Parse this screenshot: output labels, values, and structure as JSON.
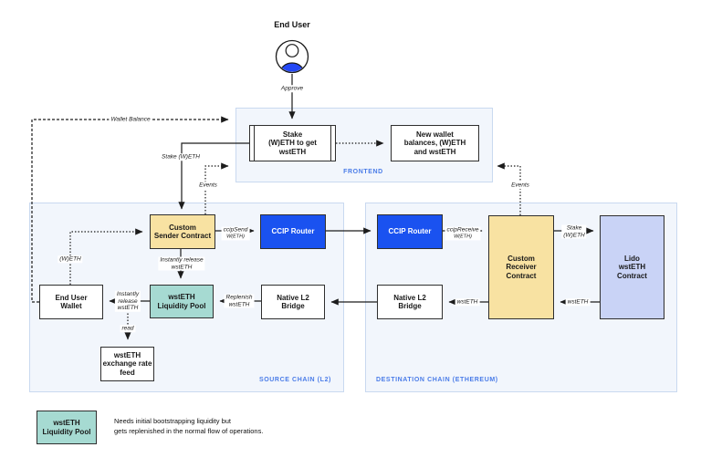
{
  "end_user": {
    "label": "End User"
  },
  "frontend": {
    "label": "FRONTEND",
    "stake_box": "Stake\n(W)ETH to get\nwstETH",
    "new_wallet_box": "New wallet\nbalances, (W)ETH\nand wstETH"
  },
  "source_chain": {
    "label": "SOURCE CHAIN (L2)",
    "custom_sender": "Custom\nSender Contract",
    "ccip_router": "CCIP Router",
    "end_user_wallet": "End User\nWallet",
    "liquidity_pool": "wstETH\nLiquidity Pool",
    "native_bridge": "Native L2\nBridge",
    "rate_feed": "wstETH\nexchange rate\nfeed"
  },
  "destination_chain": {
    "label": "DESTINATION CHAIN (ETHEREUM)",
    "ccip_router": "CCIP Router",
    "custom_receiver": "Custom\nReceiver\nContract",
    "lido": "Lido\nwstETH\nContract",
    "native_bridge": "Native L2\nBridge"
  },
  "edges": {
    "approve": "Approve",
    "wallet_balance": "Wallet Balance",
    "stake_weth": "Stake (W)ETH",
    "events_left": "Events",
    "events_right": "Events",
    "ccip_send": "ccipSend",
    "ccip_send_asset": "W(ETH)",
    "ccip_receive": "ccipReceive",
    "ccip_receive_asset": "W(ETH)",
    "weth": "(W)ETH",
    "instant_release_down": "Instantly release\nwstETH",
    "instant_release_left": "Instantly\nrelease\nwstETH",
    "replenish": "Replenish\nwstETH",
    "read": "read",
    "wsteth_to_bridge": "wstETH",
    "wsteth_from_lido": "wstETH",
    "stake_weth_right": "Stake\n(W)ETH"
  },
  "legend": {
    "box_label": "wstETH\nLiquidity Pool",
    "caption": "Needs initial bootstrapping liquidity but\ngets replenished in the normal flow of operations."
  },
  "colors": {
    "contract_yellow": "#F8E2A2",
    "ccip_blue": "#1A52F0",
    "pool_teal": "#A6DAD2",
    "lido_lavender": "#C9D3F6",
    "container_fill": "#F2F6FC",
    "container_border": "#C9D9F0",
    "chain_label_blue": "#4A7CE8",
    "line_dark": "#1C1C1C",
    "user_blue": "#2347F5"
  }
}
